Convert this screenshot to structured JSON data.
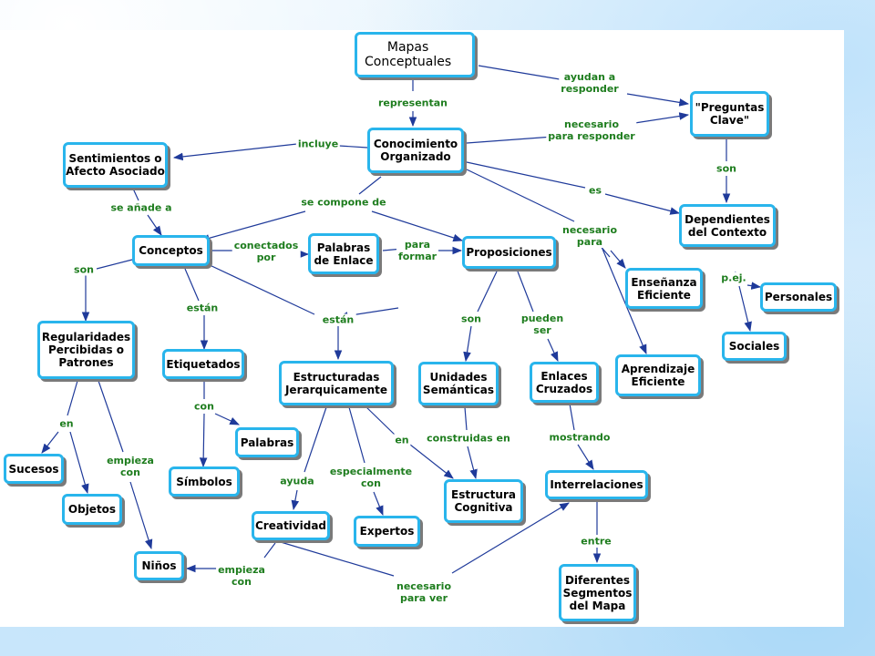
{
  "nodes": {
    "mapas": "Mapas\nConceptuales",
    "preguntas": "\"Preguntas\nClave\"",
    "conocimiento": "Conocimiento\nOrganizado",
    "sentimientos": "Sentimientos o\nAfecto Asociado",
    "dependientes": "Dependientes\ndel Contexto",
    "conceptos": "Conceptos",
    "palabras_enlace": "Palabras\nde Enlace",
    "proposiciones": "Proposiciones",
    "ensenanza": "Enseñanza\nEficiente",
    "personales": "Personales",
    "regularidades": "Regularidades\nPercibidas o\nPatrones",
    "sociales": "Sociales",
    "etiquetados": "Etiquetados",
    "estructuradas": "Estructuradas\nJerarquicamente",
    "unidades": "Unidades\nSemánticas",
    "enlaces_cruzados": "Enlaces\nCruzados",
    "aprendizaje": "Aprendizaje\nEficiente",
    "palabras": "Palabras",
    "sucesos": "Sucesos",
    "simbolos": "Símbolos",
    "objetos": "Objetos",
    "estructura_cognitiva": "Estructura\nCognitiva",
    "interrelaciones": "Interrelaciones",
    "creatividad": "Creatividad",
    "expertos": "Expertos",
    "ninos": "Niños",
    "diferentes": "Diferentes\nSegmentos\ndel Mapa"
  },
  "labels": {
    "ayudan": "ayudan a\nresponder",
    "representan": "representan",
    "necesario_responder": "necesario\npara responder",
    "incluye": "incluye",
    "son_preguntas": "son",
    "es": "es",
    "se_anade": "se añade a",
    "se_compone": "se compone de",
    "necesario_para": "necesario\npara",
    "conectados": "conectados\npor",
    "para_formar": "para\nformar",
    "son_regularidades": "son",
    "pej": "p.ej.",
    "estan_etiquetados": "están",
    "estan_estructuradas": "están",
    "son_unidades": "son",
    "pueden_ser": "pueden\nser",
    "con": "con",
    "en_sucesos": "en",
    "empieza_con": "empieza\ncon",
    "en_estructura": "en",
    "construidas": "construidas en",
    "mostrando": "mostrando",
    "especialmente": "especialmente\ncon",
    "ayuda": "ayuda",
    "entre": "entre",
    "empieza_con_2": "empieza\ncon",
    "necesario_ver": "necesario\npara ver"
  },
  "colors": {
    "node_border": "#29b5ec",
    "link_label": "#1e7d1e",
    "arrow": "#1f3a9a"
  }
}
